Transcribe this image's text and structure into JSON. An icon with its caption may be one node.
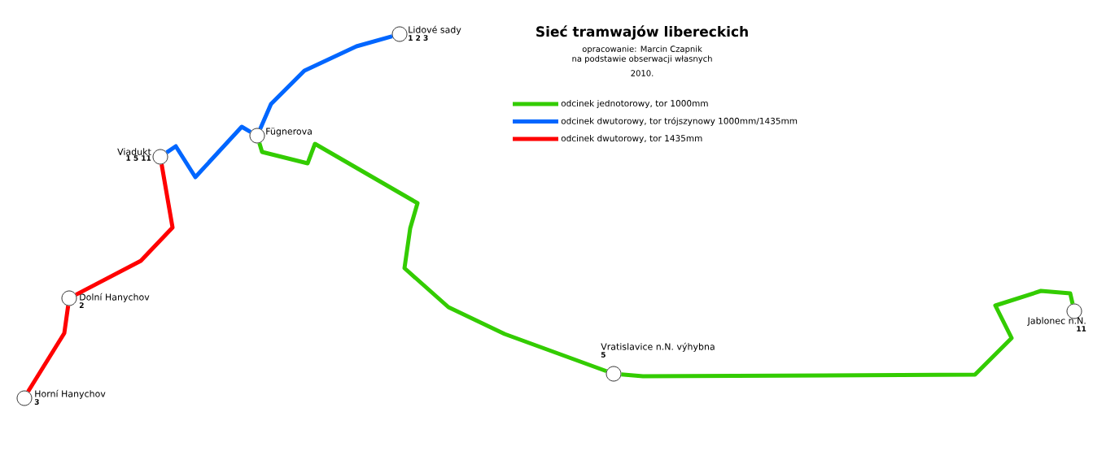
{
  "diagram": {
    "title": "Sieć tramwajów libereckich",
    "nodes": [
      {
        "text": [],
        "shape": "circle",
        "beside": [
          "Lidové sady",
          "1 2 3"
        ]
      },
      {
        "text": [],
        "shape": "circle",
        "beside": [
          "Fügnerova"
        ]
      },
      {
        "text": [],
        "shape": "circle",
        "beside": [
          "Viadukt",
          "1 5 11"
        ]
      },
      {
        "text": [],
        "shape": "circle",
        "beside": [
          "Dolní Hanychov",
          "2"
        ]
      },
      {
        "text": [],
        "shape": "circle",
        "beside": [
          "Horní Hanychov",
          "3"
        ]
      },
      {
        "text": [],
        "shape": "circle",
        "beside": [
          "Jablonec n.N.",
          "11"
        ]
      },
      {
        "text": [],
        "shape": "circle",
        "beside": [
          "Vratislavice n.N. výhybna",
          "5"
        ]
      }
    ],
    "edges": [
      {
        "from": 4,
        "to": 3,
        "arrow": "none",
        "color": "#ff0000"
      },
      {
        "from": 3,
        "to": 2,
        "arrow": "none",
        "color": "#ff0000"
      },
      {
        "from": 2,
        "to": 1,
        "arrow": "none",
        "color": "#0066ff"
      },
      {
        "from": 1,
        "to": 0,
        "arrow": "none",
        "color": "#0066ff"
      },
      {
        "from": 1,
        "to": 6,
        "arrow": "none",
        "color": "#33cc00"
      },
      {
        "from": 6,
        "to": 5,
        "arrow": "none",
        "color": "#33cc00"
      }
    ],
    "labels": [
      "opracowanie: Marcin Czapnik",
      "na podstawie obserwacji własnych",
      "2010."
    ],
    "legend": [
      {
        "text": "odcinek jednotorowy, tor 1000mm",
        "color": "#33cc00"
      },
      {
        "text": "odcinek dwutorowy, tor trójszynowy 1000mm/1435mm",
        "color": "#0066ff"
      },
      {
        "text": "odcinek dwutorowy, tor 1435mm",
        "color": "#ff0000"
      }
    ]
  }
}
